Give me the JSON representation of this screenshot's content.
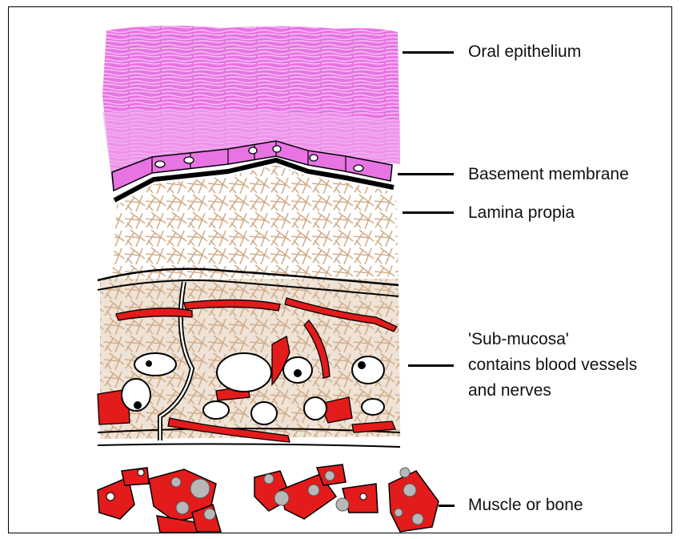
{
  "labels": {
    "oral_epithelium": "Oral epithelium",
    "basement_membrane": "Basement membrane",
    "lamina_propia": "Lamina propia",
    "submucosa_line1": "'Sub-mucosa'",
    "submucosa_line2": "contains blood vessels",
    "submucosa_line3": "and nerves",
    "muscle_or_bone": "Muscle or bone"
  },
  "colors": {
    "epithelium": "#e874e4",
    "connective_tissue": "#d2ae8c",
    "vessel": "#e31b1b",
    "outline": "#000000",
    "bone_ball": "#b8b8b8"
  }
}
